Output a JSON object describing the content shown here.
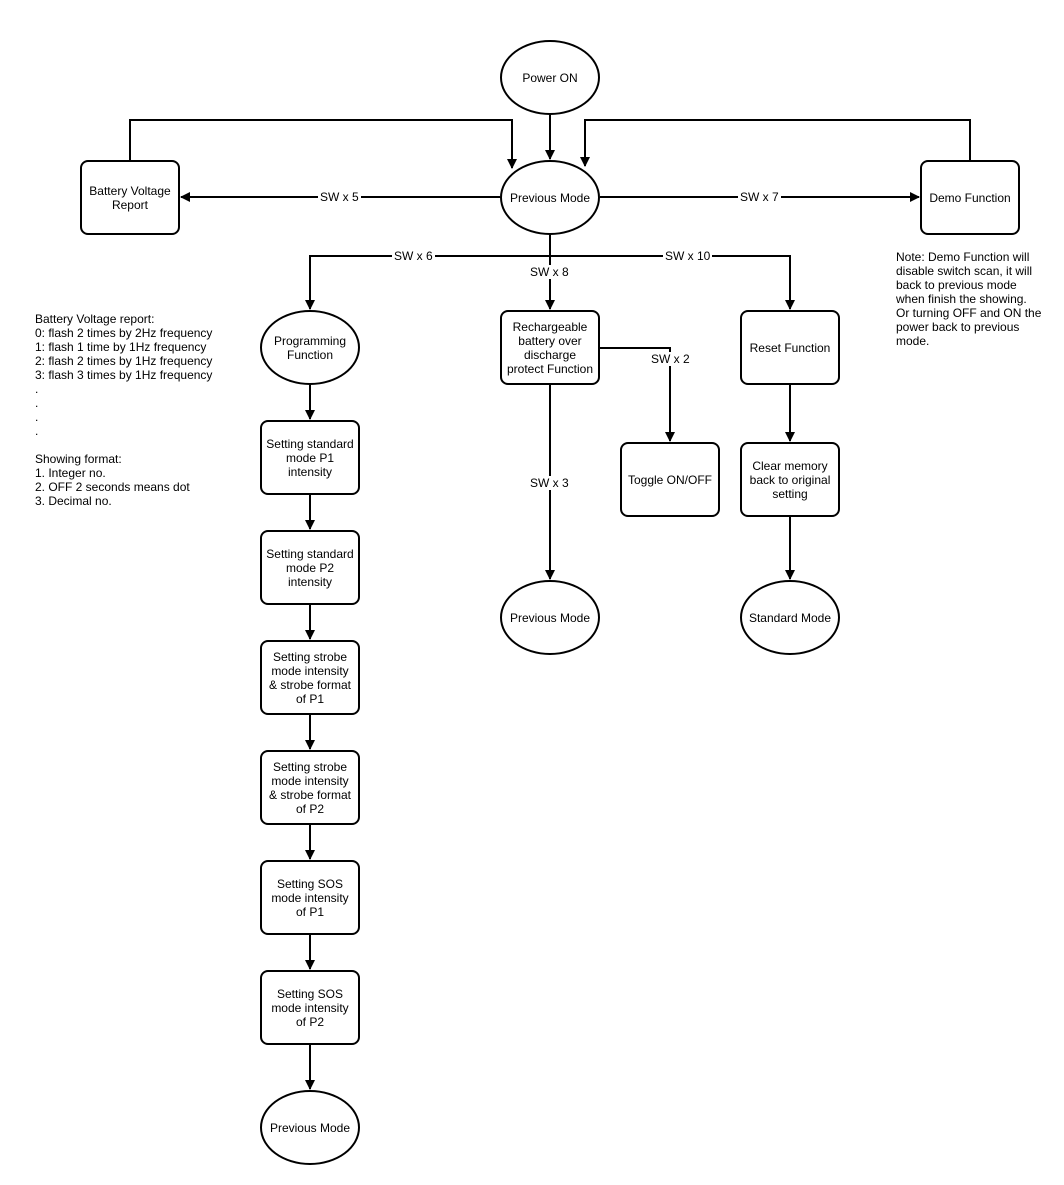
{
  "nodes": {
    "power_on": "Power ON",
    "previous_mode_main": "Previous Mode",
    "battery_voltage_report": "Battery Voltage\nReport",
    "demo_function": "Demo Function",
    "programming_function": "Programming\nFunction",
    "rechargeable_battery": "Rechargeable\nbattery over\ndischarge\nprotect Function",
    "reset_function": "Reset Function",
    "toggle_on_off": "Toggle ON/OFF",
    "previous_mode_center": "Previous Mode",
    "clear_memory": "Clear memory\nback to original\nsetting",
    "standard_mode": "Standard Mode",
    "setting_std_p1": "Setting standard\nmode P1\nintensity",
    "setting_std_p2": "Setting standard\nmode P2\nintensity",
    "setting_strobe_p1": "Setting strobe\nmode intensity\n& strobe format\nof P1",
    "setting_strobe_p2": "Setting strobe\nmode intensity\n& strobe format\nof P2",
    "setting_sos_p1": "Setting SOS\nmode intensity\nof P1",
    "setting_sos_p2": "Setting SOS\nmode intensity\nof P2",
    "previous_mode_bottom": "Previous Mode"
  },
  "edges": {
    "sw5": "SW x 5",
    "sw7": "SW x 7",
    "sw6": "SW x 6",
    "sw8": "SW x 8",
    "sw10": "SW x 10",
    "sw2": "SW x 2",
    "sw3": "SW x 3"
  },
  "notes": {
    "battery_report": "Battery Voltage report:\n0: flash 2 times by 2Hz frequency\n1: flash 1 time by 1Hz frequency\n2: flash 2 times by 1Hz frequency\n3: flash 3 times by 1Hz frequency\n.\n.\n.\n.\n\nShowing format:\n1. Integer no.\n2. OFF 2 seconds means dot\n3. Decimal no.",
    "demo_note": "Note: Demo Function will\ndisable switch scan, it will\nback to previous mode\nwhen finish the showing.\nOr turning OFF and ON the\npower back to previous\nmode."
  }
}
